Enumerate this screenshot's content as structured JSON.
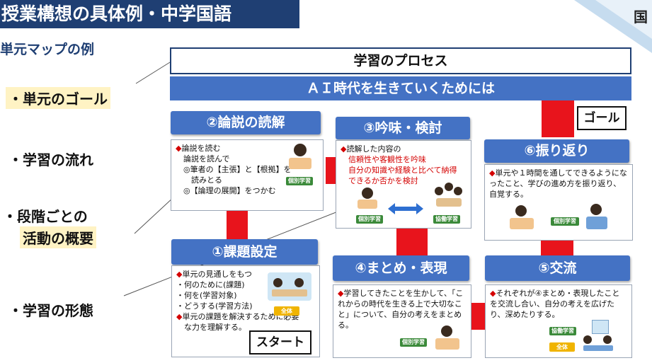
{
  "title": "授業構想の具体例・中学国語",
  "corner_label": "国",
  "subtitle": "単元マップの例",
  "side_labels": {
    "goal": "・単元のゴール",
    "flow": "・学習の流れ",
    "overview_line1": "・段階ごとの",
    "overview_line2": "活動の概要",
    "form": "・学習の形態"
  },
  "process_title": "学習のプロセス",
  "ai_banner": "ＡＩ時代を生きていくためには",
  "goal_badge": "ゴール",
  "start_badge": "スタート",
  "steps": {
    "s2": {
      "heading": "②論説の読解",
      "lines": [
        "◆論説を読む",
        "　論説を読んで",
        "　◎筆者の【主張】と【根拠】を",
        "　　読みとる",
        "　◎【論理の展開】をつかむ"
      ],
      "tag": "個別学習"
    },
    "s3": {
      "heading": "③吟味・検討",
      "line1": "◆読解した内容の",
      "line2": "　信頼性や客観性を吟味",
      "line3": "　自分の知識や経験と比べて納得",
      "line4": "　できるか否かを検討",
      "tag_left": "個別学習",
      "tag_right": "協働学習"
    },
    "s6": {
      "heading": "⑥振り返り",
      "text": "◆単元や１時間を通してできるようになったこと、学びの進め方を振り返り、自覚する。",
      "tag": "個別学習"
    },
    "s1": {
      "heading": "①課題設定",
      "lines": [
        "◆単元の見通しをもつ",
        "・何のために(課題)",
        "・何を(学習対象)",
        "・どうする(学習方法)",
        "◆単元の課題を解決するために必要",
        "　な力を理解する。"
      ],
      "tag": "全体"
    },
    "s4": {
      "heading": "④まとめ・表現",
      "text": "◆学習してきたことを生かして、「これからの時代を生きる上で大切なこと」について、自分の考えをまとめる。",
      "tag": "個別学習"
    },
    "s5": {
      "heading": "⑤交流",
      "text": "◆それぞれが④まとめ・表現したことを交流し合い、自分の考えを広げたり、深めたりする。",
      "tag_top": "協働学習",
      "tag_bottom": "全体"
    }
  },
  "colors": {
    "title_bg": "#1f3f73",
    "step_blue": "#4472c4",
    "connector_red": "#e8141c",
    "highlight": "#fff3c4",
    "marker_red": "#d40000",
    "tag_green": "#3b8a3a",
    "tag_yellow": "#f0b400"
  }
}
